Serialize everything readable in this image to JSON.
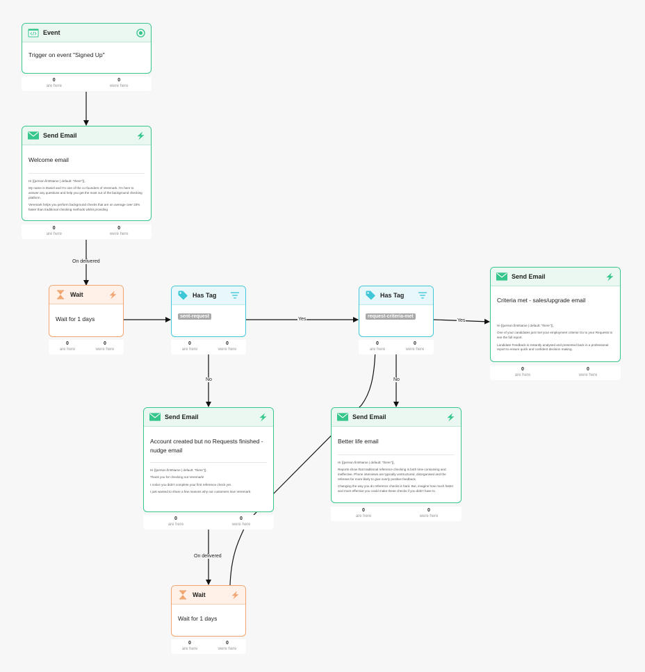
{
  "colors": {
    "email_accent": "#36c58b",
    "wait_accent": "#f0a46f",
    "tag_accent": "#3fc7d7",
    "canvas_bg": "#f8f7f7",
    "edge": "#111111"
  },
  "stats_labels": {
    "are_here": "are here",
    "were_here": "were here"
  },
  "nodes": {
    "event": {
      "type": "Event",
      "icon": "code-window-icon",
      "right_icon": "target-icon",
      "content": "Trigger on event \"Signed Up\"",
      "are_here": "0",
      "were_here": "0"
    },
    "welcome": {
      "type": "Send Email",
      "icon": "envelope-icon",
      "right_icon": "lightning-icon",
      "content": "Welcome email",
      "preview": [
        "Hi {{person.firstName | default: \"there\"}},",
        "My name is Daniel and I'm one of the co-founders of Veremark. I'm here to answer any questions and help you get the most out of the background checking platform.",
        "Veremark helps you perform background checks that are on average over 33% faster than traditional checking methods whilst providing"
      ],
      "are_here": "0",
      "were_here": "0"
    },
    "wait1": {
      "type": "Wait",
      "icon": "hourglass-icon",
      "right_icon": "lightning-icon",
      "content": "Wait for 1 days",
      "are_here": "0",
      "were_here": "0"
    },
    "tag1": {
      "type": "Has Tag",
      "icon": "tag-icon",
      "right_icon": "filter-icon",
      "tag": "sent-request",
      "are_here": "0",
      "were_here": "0"
    },
    "tag2": {
      "type": "Has Tag",
      "icon": "tag-icon",
      "right_icon": "filter-icon",
      "tag": "request-criteria-met",
      "are_here": "0",
      "were_here": "0"
    },
    "criteria": {
      "type": "Send Email",
      "icon": "envelope-icon",
      "right_icon": "lightning-icon",
      "content": "Criteria met - sales/upgrade email",
      "preview": [
        "Hi {{person.firstName | default: \"there\"}},",
        "One of your candidates just met your employment criteria! Go to your Requests to see the full report.",
        "Landidate Feedback is instantly analysed and presented back in a professional report to ensure quick and confident decision making."
      ],
      "are_here": "0",
      "were_here": "0"
    },
    "nudge": {
      "type": "Send Email",
      "icon": "envelope-icon",
      "right_icon": "lightning-icon",
      "content": "Account created but no Requests finished - nudge email",
      "preview": [
        "Hi {{person.firstName | default: \"there\"}},",
        "Thank you for checking out Veremark!",
        "I notice you didn't complete your first reference check yet.",
        "I just wanted to share a few reasons why our customers love Veremark:"
      ],
      "are_here": "0",
      "were_here": "0"
    },
    "better": {
      "type": "Send Email",
      "icon": "envelope-icon",
      "right_icon": "lightning-icon",
      "content": "Better life email",
      "preview": [
        "Hi {{person.firstName | default: \"there\"}},",
        "Reports show that traditional reference checking is both time consuming and ineffective. Phone interviews are typically unstructured, disorganised and the referees far more likely to give overly positive feedback.",
        "Changing the way you do reference checks is hard. But, imagine how much faster and more effective you could make these checks if you didn't have to"
      ],
      "are_here": "0",
      "were_here": "0"
    },
    "wait2": {
      "type": "Wait",
      "icon": "hourglass-icon",
      "right_icon": "lightning-icon",
      "content": "Wait for 1 days",
      "are_here": "0",
      "were_here": "0"
    }
  },
  "edge_labels": {
    "welcome_wait1": "On delivered",
    "tag1_tag2": "Yes",
    "tag1_nudge": "No",
    "tag2_criteria": "Yes",
    "tag2_better": "No",
    "nudge_wait2": "On delivered"
  }
}
